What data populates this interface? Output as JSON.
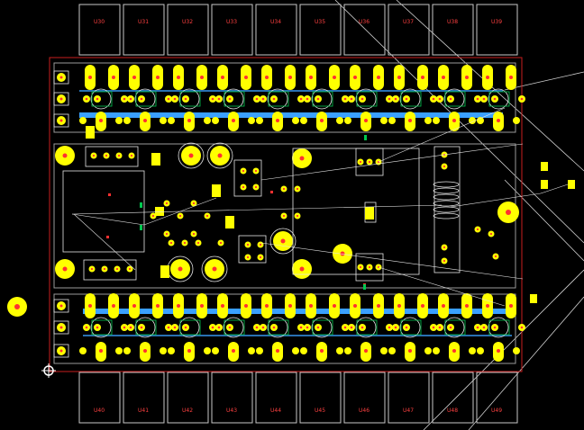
{
  "colors": {
    "background": "#000000",
    "outline": "#c8c8c8",
    "board_edge": "#c81e1e",
    "pad": "#ffff00",
    "copper_bottom": "#3aa0ff",
    "copper_top": "#ff2a2a",
    "silk": "#e6e6e6",
    "hole": "#ff3030",
    "green": "#00c850",
    "label": "#ff4040"
  },
  "top_heatsink_labels": [
    "U30",
    "U31",
    "U32",
    "U33",
    "U34",
    "U35",
    "U36",
    "U37",
    "U38",
    "U39"
  ],
  "bottom_heatsink_labels": [
    "U40",
    "U41",
    "U42",
    "U43",
    "U44",
    "U45",
    "U46",
    "U47",
    "U48",
    "U49"
  ],
  "tool_icon": "crosshair-origin-icon"
}
